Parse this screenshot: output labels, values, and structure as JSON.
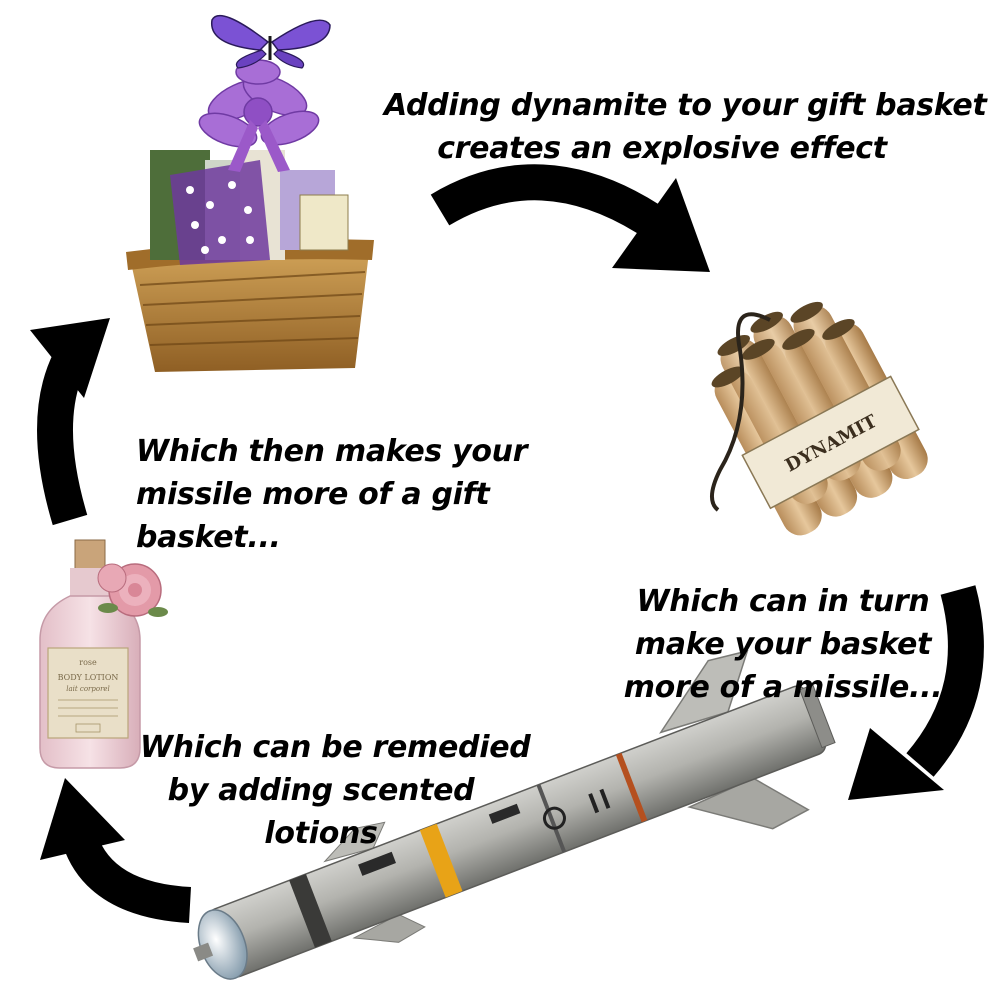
{
  "colors": {
    "background": "#ffffff",
    "arrow": "#000000",
    "text": "#000000",
    "basket_wicker": "#b8863b",
    "ribbon_purple": "#9b59c9",
    "butterfly": "#7b52d4",
    "dynamite_tan": "#d9b98a",
    "missile_gray": "#a9a9a9",
    "missile_band": "#e8a317",
    "lotion_pink": "#f2d6dc",
    "rose_pink": "#e39aa8"
  },
  "captions": {
    "step1": {
      "line1": "Adding dynamite to your gift basket",
      "line2": "creates an explosive effect"
    },
    "step2": {
      "line1": "Which can in turn",
      "line2": "make your basket",
      "line3": "more of a missile..."
    },
    "step3": {
      "line1": "Which can be remedied",
      "line2": "by adding scented",
      "line3": "lotions"
    },
    "step4": {
      "line1": "Which then makes your",
      "line2": "missile more of a gift",
      "line3": "basket..."
    }
  },
  "images": {
    "gift_basket": "gift-basket-photo",
    "dynamite": "dynamite-bundle-photo",
    "missile": "missile-photo",
    "lotion": "lotion-bottle-photo"
  },
  "product_labels": {
    "dynamite_label": "DYNAMIT",
    "lotion_brand": "rose",
    "lotion_title": "BODY LOTION",
    "lotion_subtitle": "lait corporel"
  }
}
